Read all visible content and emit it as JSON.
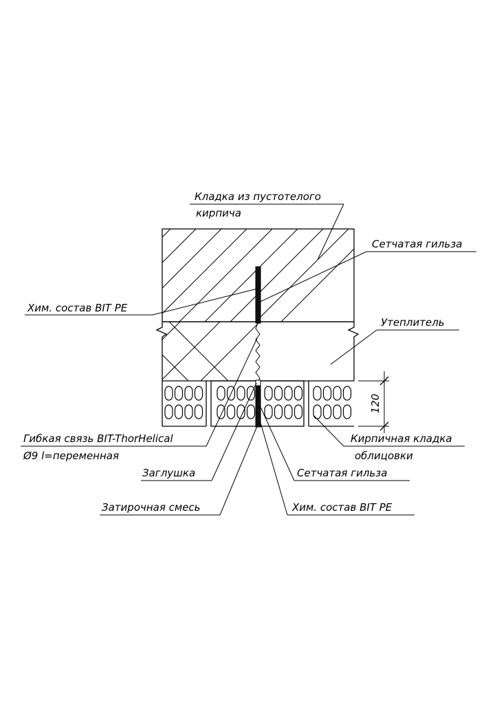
{
  "labels": {
    "masonry_line1": "Кладка из пустотелого",
    "masonry_line2": "кирпича",
    "mesh_sleeve_top": "Сетчатая гильза",
    "chem_left": "Хим. состав BIT PE",
    "insulation": "Утеплитель",
    "dimension": "120",
    "tie_line1": "Гибкая связь BIT-ThorHelical",
    "tie_line2": "Ø9 l=переменная",
    "facing_line1": "Кирпичная кладка",
    "facing_line2": "облицовки",
    "plug": "Заглушка",
    "mesh_sleeve_bottom": "Сетчатая гильза",
    "grout": "Затирочная смесь",
    "chem_bottom": "Хим. состав BIT PE"
  }
}
